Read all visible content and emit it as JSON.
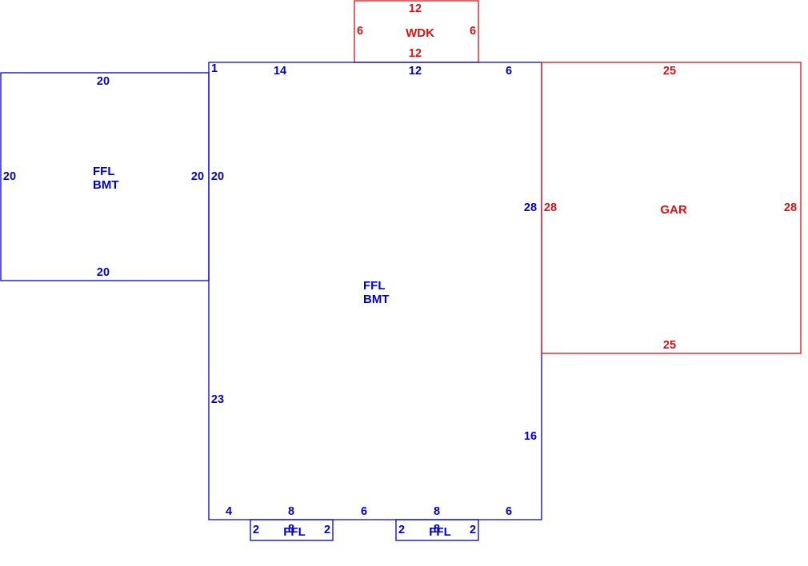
{
  "colors": {
    "living": "#0000cc",
    "attached": "#dd1111"
  },
  "labels": {
    "wdk": "WDK",
    "gar": "GAR",
    "west_ffl": "FFL",
    "west_bmt": "BMT",
    "main_ffl": "FFL",
    "main_bmt": "BMT",
    "bay1_ffl": "FFL",
    "bay2_ffl": "FFL"
  },
  "dimensions": {
    "wdk_top": "12",
    "wdk_bottom": "12",
    "wdk_left": "6",
    "wdk_right": "6",
    "west_top": "20",
    "west_bottom": "20",
    "west_left": "20",
    "west_right": "20",
    "main_top_corner": "1",
    "main_top_left": "14",
    "main_top_mid": "12",
    "main_top_right": "6",
    "main_left_upper": "20",
    "main_left_lower": "23",
    "main_right_upper": "28",
    "main_right_lower": "16",
    "main_bottom_1": "4",
    "main_bottom_2": "8",
    "main_bottom_3": "6",
    "main_bottom_4": "8",
    "main_bottom_5": "6",
    "gar_top": "25",
    "gar_bottom": "25",
    "gar_left": "28",
    "gar_right": "28",
    "bay1_left": "2",
    "bay1_mid": "8",
    "bay1_right": "2",
    "bay2_left": "2",
    "bay2_mid": "8",
    "bay2_right": "2"
  }
}
